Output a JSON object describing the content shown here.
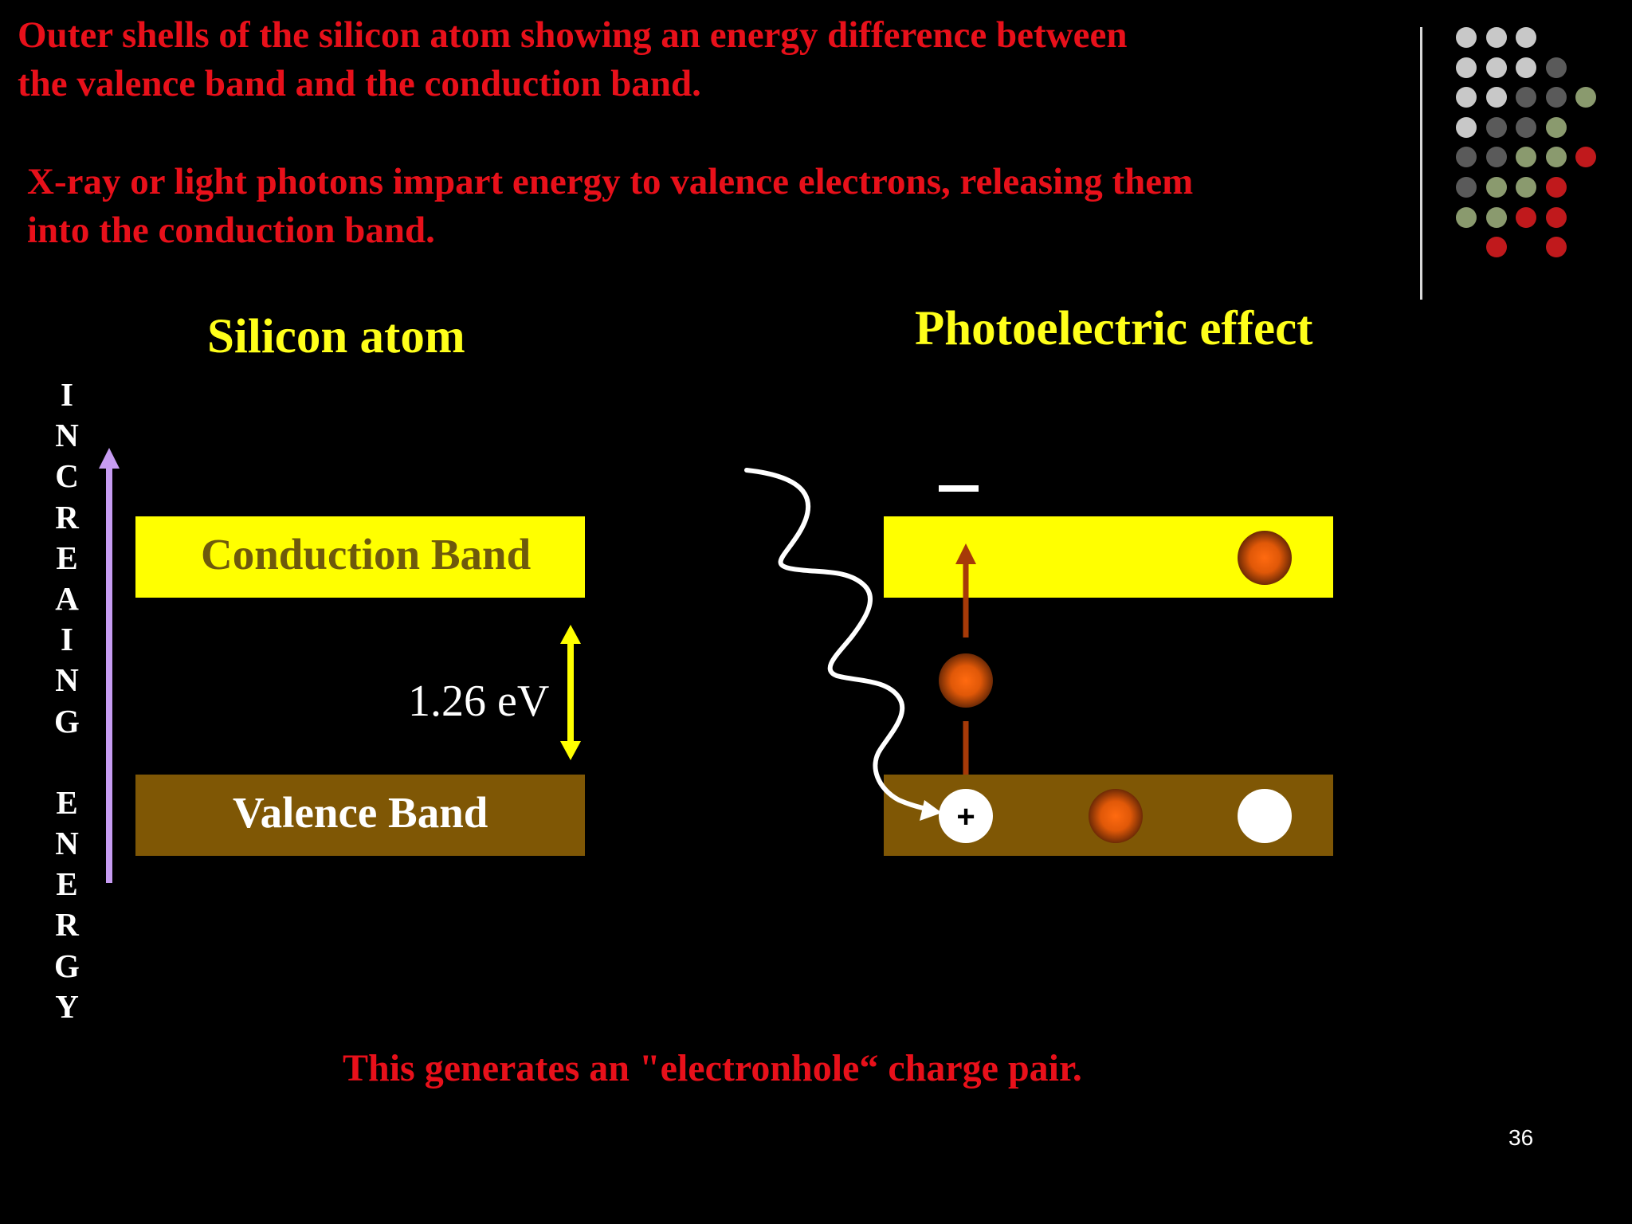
{
  "slide": {
    "intro_line1": "Outer shells of the silicon atom showing an energy difference between",
    "intro_line2": "the valence band and the conduction band.",
    "photon_line1": "X-ray or light photons impart energy to valence electrons, releasing them",
    "photon_line2": "into the conduction band.",
    "footer_text": "This generates an \"electronhole“ charge pair.",
    "page_number": "36"
  },
  "left_diagram": {
    "heading": "Silicon atom",
    "conduction_label": "Conduction Band",
    "valence_label": "Valence Band",
    "gap_label": "1.26 eV",
    "axis_letters": [
      "I",
      "N",
      "C",
      "R",
      "E",
      "A",
      "I",
      "N",
      "G",
      "",
      "E",
      "N",
      "E",
      "R",
      "G",
      "Y"
    ]
  },
  "right_diagram": {
    "heading": "Photoelectric effect",
    "minus_sign": "–",
    "plus_sign": "+"
  },
  "colors": {
    "background": "#000000",
    "red_text": "#e8101a",
    "heading_yellow": "#ffff1a",
    "conduction_band": "#ffff00",
    "valence_band": "#7f5705",
    "conduction_label": "#6e5a0c",
    "axis_arrow": "#c79cf2"
  },
  "decor_dots": [
    [
      "lightgray",
      "lightgray",
      "lightgray",
      "",
      "",
      ""
    ],
    [
      "lightgray",
      "lightgray",
      "lightgray",
      "darkgray",
      "",
      ""
    ],
    [
      "lightgray",
      "lightgray",
      "darkgray",
      "darkgray",
      "sage",
      ""
    ],
    [
      "lightgray",
      "darkgray",
      "darkgray",
      "sage",
      "",
      ""
    ],
    [
      "darkgray",
      "darkgray",
      "sage",
      "sage",
      "red",
      ""
    ],
    [
      "darkgray",
      "sage",
      "sage",
      "red",
      "",
      ""
    ],
    [
      "sage",
      "sage",
      "red",
      "red",
      "",
      ""
    ],
    [
      "",
      "red",
      "",
      "red",
      "",
      ""
    ]
  ]
}
